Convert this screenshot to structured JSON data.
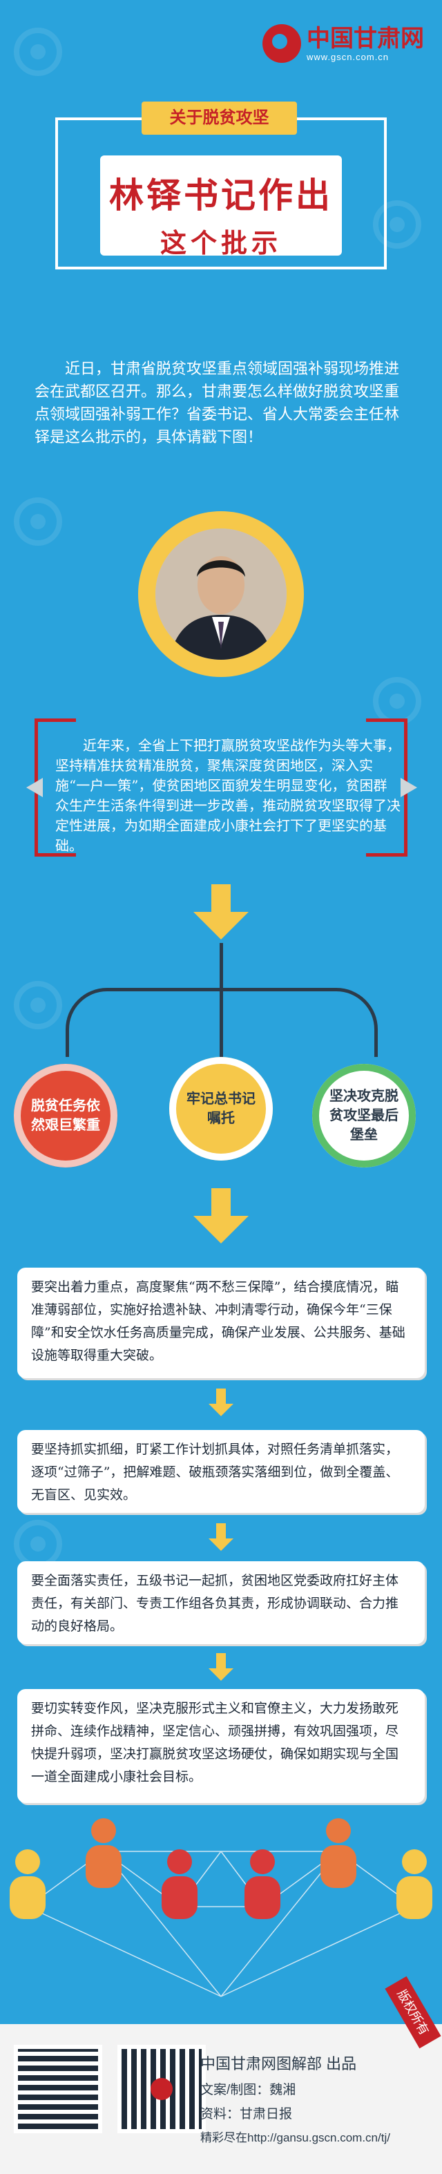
{
  "brand": {
    "name": "中国甘肃网",
    "url": "www.gscn.com.cn"
  },
  "banner": "关于脱贫攻坚",
  "title": {
    "line1": "林铎书记作出",
    "line2": "这个批示"
  },
  "intro": "近日，甘肃省脱贫攻坚重点领域固强补弱现场推进会在武都区召开。那么，甘肃要怎么样做好脱贫攻坚重点领域固强补弱工作？省委书记、省人大常委会主任林铎是这么批示的，具体请戳下图！",
  "quote": "近年来，全省上下把打赢脱贫攻坚战作为头等大事，坚持精准扶贫精准脱贫，聚焦深度贫困地区，深入实施“一户一策”，使贫困地区面貌发生明显变化，贫困群众生产生活条件得到进一步改善，推动脱贫攻坚取得了决定性进展，为如期全面建成小康社会打下了更坚实的基础。",
  "circles": [
    {
      "text": "脱贫任务依然艰巨繁重"
    },
    {
      "text": "牢记总书记嘱托"
    },
    {
      "text": "坚决攻克脱贫攻坚最后堡垒"
    }
  ],
  "paragraphs": [
    "要突出着力重点，高度聚焦“两不愁三保障”，结合摸底情况，瞄准薄弱部位，实施好拾遗补缺、冲刺清零行动，确保今年“三保障”和安全饮水任务高质量完成，确保产业发展、公共服务、基础设施等取得重大突破。",
    "要坚持抓实抓细，盯紧工作计划抓具体，对照任务清单抓落实，逐项“过筛子”，把解难题、破瓶颈落实落细到位，做到全覆盖、无盲区、见实效。",
    "要全面落实责任，五级书记一起抓，贫困地区党委政府扛好主体责任，有关部门、专责工作组各负其责，形成协调联动、合力推动的良好格局。",
    "要切实转变作风，坚决克服形式主义和官僚主义，大力发扬敢死拼命、连续作战精神，坚定信心、顽强拼搏，有效巩固强项，尽快提升弱项，坚决打赢脱贫攻坚这场硬仗，确保如期实现与全国一道全面建成小康社会目标。"
  ],
  "footer": {
    "title": "中国甘肃网图解部 出品",
    "credit": "文案/制图：魏湘",
    "source": "资料：甘肃日报",
    "more": "精彩尽在http://gansu.gscn.com.cn/tj/",
    "corner": "版权所有"
  },
  "colors": {
    "background": "#2aa3dc",
    "accent_red": "#c62127",
    "accent_yellow": "#f6c84a",
    "accent_green": "#5bbf6a"
  }
}
